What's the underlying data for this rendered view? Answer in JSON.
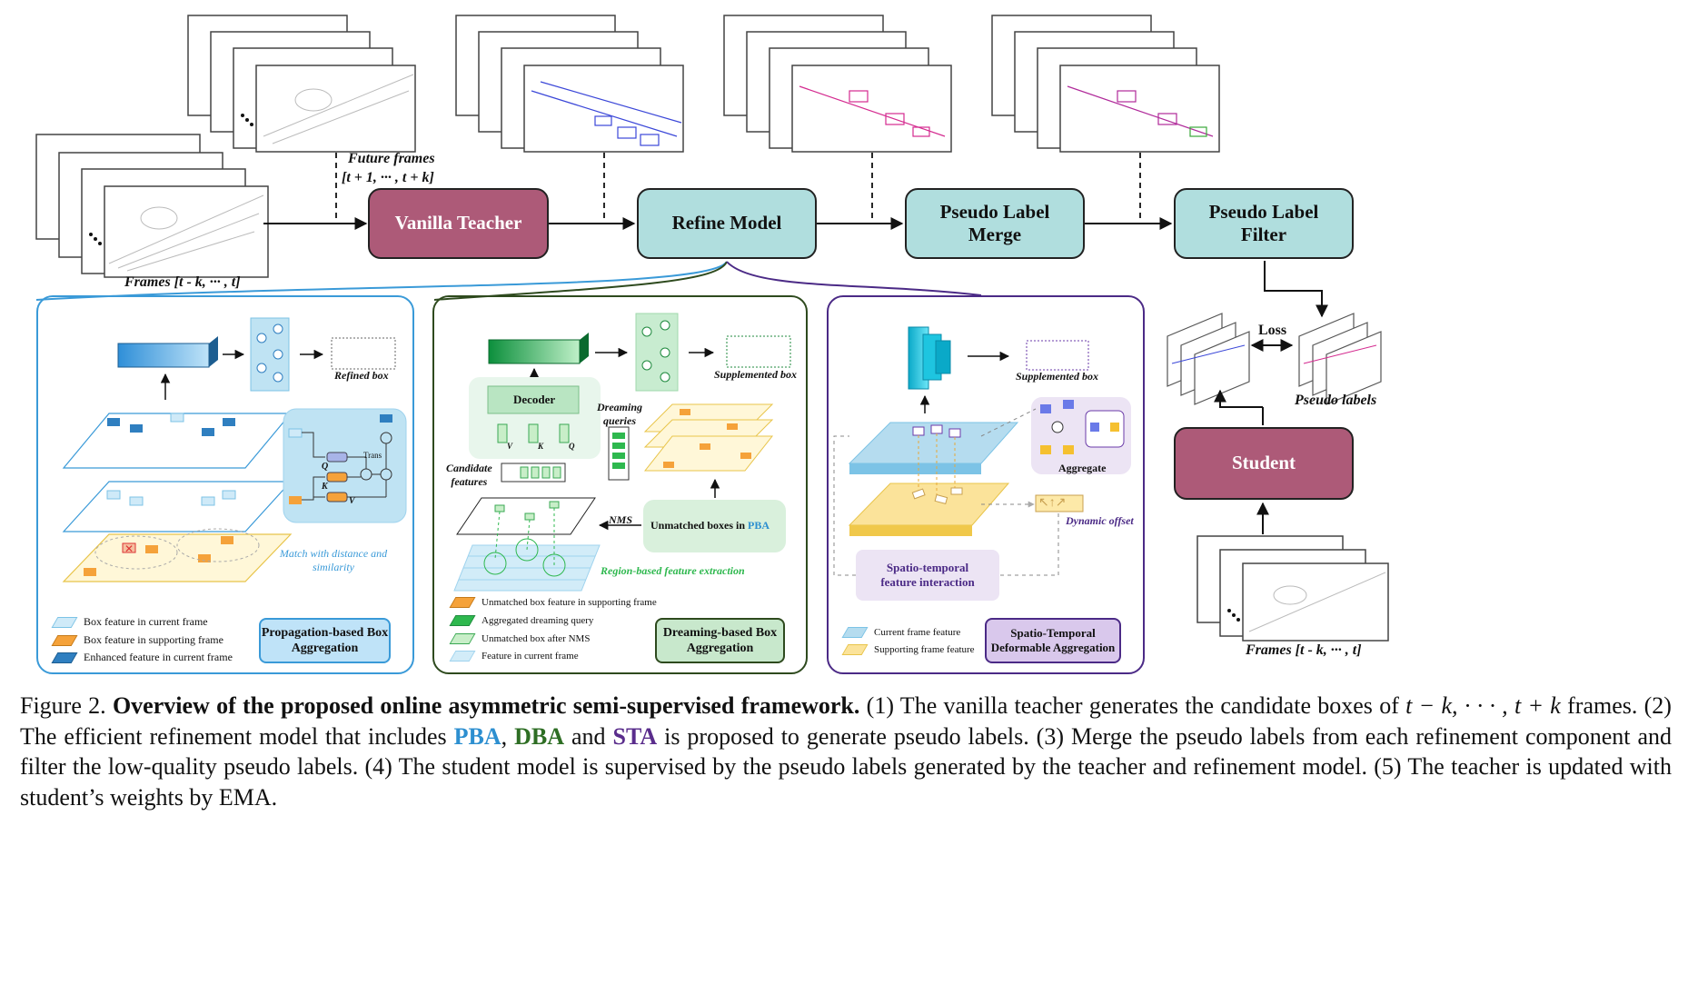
{
  "figure": {
    "input_frames_label": "Frames [t - k, ··· , t]",
    "future_frames_label_1": "Future frames",
    "future_frames_label_2": "[t + 1, ··· , t + k]",
    "student_frames_label": "Frames [t - k, ··· , t]",
    "pseudo_labels_label": "Pseudo labels",
    "loss_label": "Loss"
  },
  "nodes": {
    "vanilla_teacher": "Vanilla Teacher",
    "refine_model": "Refine Model",
    "pseudo_label_merge_1": "Pseudo Label",
    "pseudo_label_merge_2": "Merge",
    "pseudo_label_filter_1": "Pseudo Label",
    "pseudo_label_filter_2": "Filter",
    "student": "Student"
  },
  "pba_panel": {
    "refined_box": "Refined box",
    "match_text_1": "Match with distance and",
    "match_text_2": "similarity",
    "trans": "Trans",
    "q": "Q",
    "k": "K",
    "v": "V",
    "legend": [
      {
        "label": "Box feature in current frame",
        "color": "#cfeaf8"
      },
      {
        "label": "Box feature in supporting frame",
        "color": "#f5a23a"
      },
      {
        "label": "Enhanced feature in current frame",
        "color": "#2f7fc0"
      }
    ],
    "tag_1": "Propagation-based Box",
    "tag_2": "Aggregation",
    "color": "#3a9ad8"
  },
  "dba_panel": {
    "supplemented_box": "Supplemented box",
    "decoder": "Decoder",
    "dreaming_queries_1": "Dreaming",
    "dreaming_queries_2": "queries",
    "candidate_features_1": "Candidate",
    "candidate_features_2": "features",
    "nms": "NMS",
    "unmatched_prefix": "Unmatched boxes in ",
    "unmatched_pba": "PBA",
    "region_text": "Region-based feature extraction",
    "v": "V",
    "k": "K",
    "q": "Q",
    "legend": [
      {
        "label": "Unmatched box feature in supporting frame",
        "color": "#f5a23a"
      },
      {
        "label": "Aggregated dreaming query",
        "color": "#2eb84e"
      },
      {
        "label": "Unmatched box after NMS",
        "color": "#c8eec8"
      },
      {
        "label": "Feature in current frame",
        "color": "#d2ecf8"
      }
    ],
    "tag_1": "Dreaming-based Box",
    "tag_2": "Aggregation",
    "color": "#2e4a1e"
  },
  "sta_panel": {
    "supplemented_box": "Supplemented box",
    "aggregate": "Aggregate",
    "dynamic_offset": "Dynamic offset",
    "st_interaction_1": "Spatio-temporal",
    "st_interaction_2": "feature interaction",
    "legend": [
      {
        "label": "Current frame feature",
        "color": "#b5dcef"
      },
      {
        "label": "Supporting frame feature",
        "color": "#fbe39a"
      }
    ],
    "tag_1": "Spatio-Temporal",
    "tag_2": "Deformable Aggregation",
    "color": "#4b2a86"
  },
  "caption": {
    "prefix": "Figure 2. ",
    "bold": "Overview of the proposed online asymmetric semi-supervised framework.",
    "s1": " (1) The vanilla teacher generates the candidate boxes of ",
    "math": "t − k, · · · , t + k",
    "s2": " frames. (2) The efficient refinement model that includes ",
    "pba": "PBA",
    "s3": ", ",
    "dba": "DBA",
    "s4": " and ",
    "sta": "STA",
    "s5": " is proposed to generate pseudo labels. (3) Merge the pseudo labels from each refinement component and filter the low-quality pseudo labels. (4) The student model is supervised by the pseudo labels generated by the teacher and refinement model. (5) The teacher is updated with student’s weights by EMA."
  }
}
